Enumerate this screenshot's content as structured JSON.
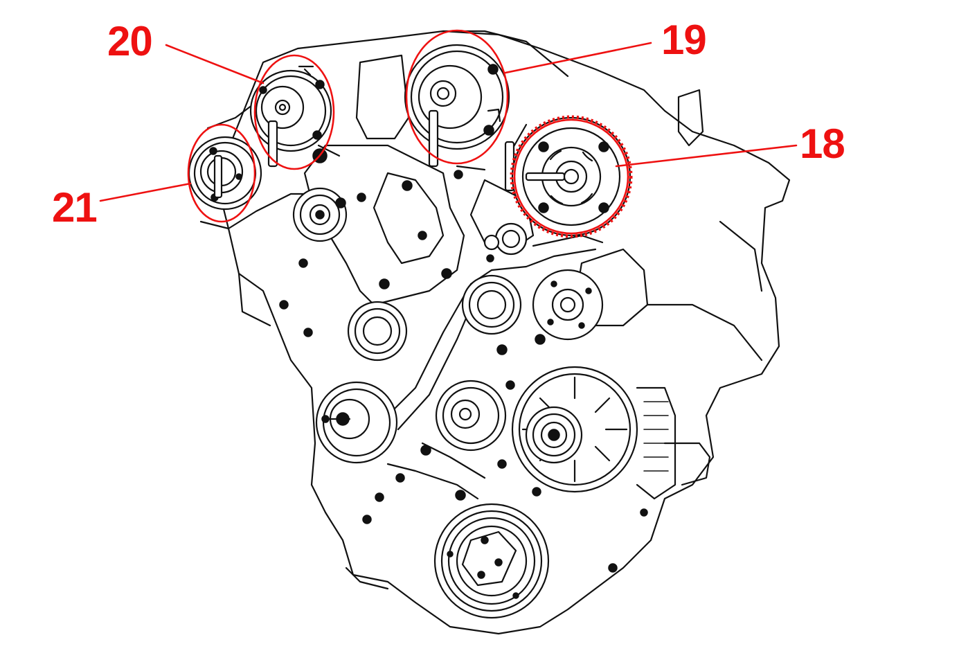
{
  "callouts": [
    {
      "id": "18",
      "label": "18"
    },
    {
      "id": "19",
      "label": "19"
    },
    {
      "id": "20",
      "label": "20"
    },
    {
      "id": "21",
      "label": "21"
    }
  ],
  "colors": {
    "callout": "#ee1111",
    "line_art": "#111111",
    "background": "#ffffff"
  }
}
